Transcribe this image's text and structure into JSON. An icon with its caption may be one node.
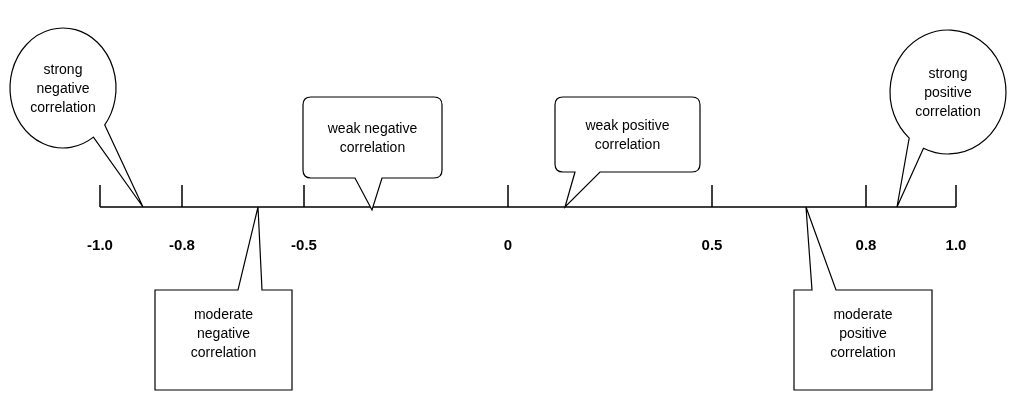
{
  "diagram": {
    "nodes": [
      {
        "text": [
          "strong negative correlation"
        ]
      },
      {
        "text": [
          "weak negative correlation"
        ]
      },
      {
        "text": [
          "weak positive correlation"
        ]
      },
      {
        "text": [
          "strong positive correlation"
        ]
      },
      {
        "text": [
          "moderate negative correlation"
        ]
      },
      {
        "text": [
          "moderate positive correlation"
        ]
      }
    ],
    "labels": [
      "-1.0",
      "-0.8",
      "-0.5",
      "0",
      "0.5",
      "0.8",
      "1.0"
    ]
  }
}
